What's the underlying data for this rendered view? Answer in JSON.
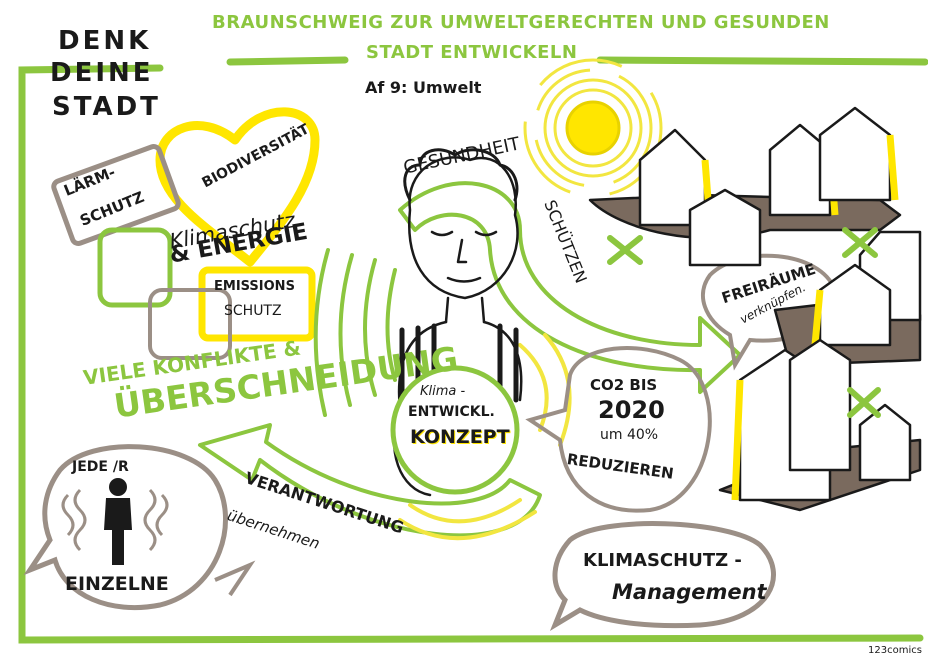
{
  "colors": {
    "green": "#8cc63f",
    "yellow": "#ffe600",
    "brown": "#9b8f86",
    "ink": "#1a1a1a",
    "shadow": "#7a6a5e"
  },
  "logo": {
    "line1": "DENK",
    "line2": "DEINE",
    "line3": "STADT"
  },
  "header": {
    "title_line1": "BRAUNSCHWEIG ZUR UMWELTGERECHTEN UND GESUNDEN",
    "title_line2": "STADT ENTWICKELN",
    "subtitle": "Af 9: Umwelt"
  },
  "bubbles": {
    "laermschutz_1": "LÄRM-",
    "laermschutz_2": "SCHUTZ",
    "biodiversitaet": "BIODIVERSITÄT",
    "klimaschutz": "Klimaschutz",
    "energie": "& ENERGIE",
    "emissions_1": "EMISSIONS",
    "emissions_2": "SCHUTZ",
    "konflikte": "VIELE KONFLIKTE &",
    "ueberschneidung": "ÜBERSCHNEIDUNG",
    "gesundheit": "GESUNDHEIT",
    "schuetzen": "SCHÜTZEN",
    "freiraeume": "FREIRÄUME",
    "verknuepfen": "verknüpfen.",
    "co2_1": "CO2 BIS",
    "co2_2": "2020",
    "co2_3": "um 40%",
    "co2_4": "REDUZIEREN",
    "konzept_1": "Klima -",
    "konzept_2": "ENTWICKL.",
    "konzept_3": "KONZEPT",
    "verantwortung": "VERANTWORTUNG",
    "uebernehmen": "übernehmen",
    "jeder": "JEDE /R",
    "einzelne": "EINZELNE",
    "management_1": "KLIMASCHUTZ -",
    "management_2": "Management"
  },
  "credit": "123comics"
}
